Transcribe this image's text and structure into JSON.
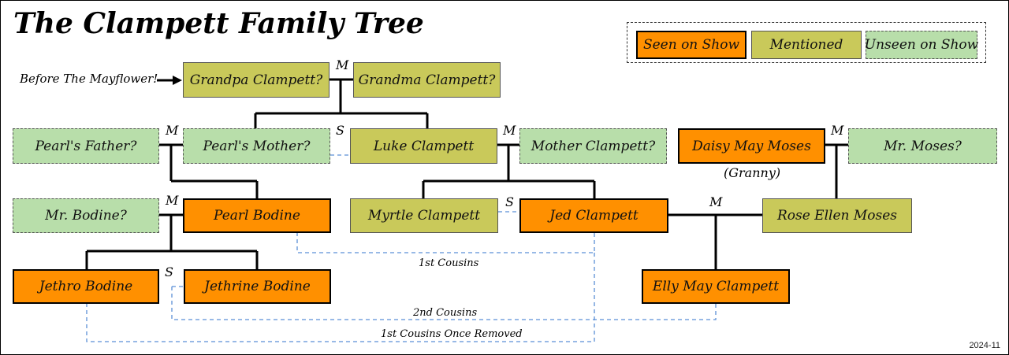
{
  "title": "The Clampett Family Tree",
  "legend": {
    "seen": "Seen on Show",
    "mentioned": "Mentioned",
    "unseen": "Unseen on Show"
  },
  "colors": {
    "seen": "#ff9000",
    "mentioned": "#c9c95a",
    "unseen": "#b8deaa",
    "cousin_line": "#5b8fd6"
  },
  "before_label": "Before The Mayflower!",
  "people": {
    "grandpa": "Grandpa Clampett?",
    "grandma": "Grandma Clampett?",
    "pearls_father": "Pearl's Father?",
    "pearls_mother": "Pearl's Mother?",
    "luke": "Luke Clampett",
    "mother_clampett": "Mother Clampett?",
    "daisy": "Daisy May Moses",
    "mr_moses": "Mr. Moses?",
    "mr_bodine": "Mr. Bodine?",
    "pearl": "Pearl Bodine",
    "myrtle": "Myrtle Clampett",
    "jed": "Jed Clampett",
    "rose": "Rose Ellen Moses",
    "jethro": "Jethro Bodine",
    "jethrine": "Jethrine Bodine",
    "elly": "Elly May Clampett"
  },
  "granny_note": "(Granny)",
  "relations": {
    "married": "M",
    "siblings": "S",
    "first_cousins": "1st Cousins",
    "second_cousins": "2nd Cousins",
    "first_cousins_once_removed": "1st Cousins Once Removed"
  },
  "version": "2024-11"
}
